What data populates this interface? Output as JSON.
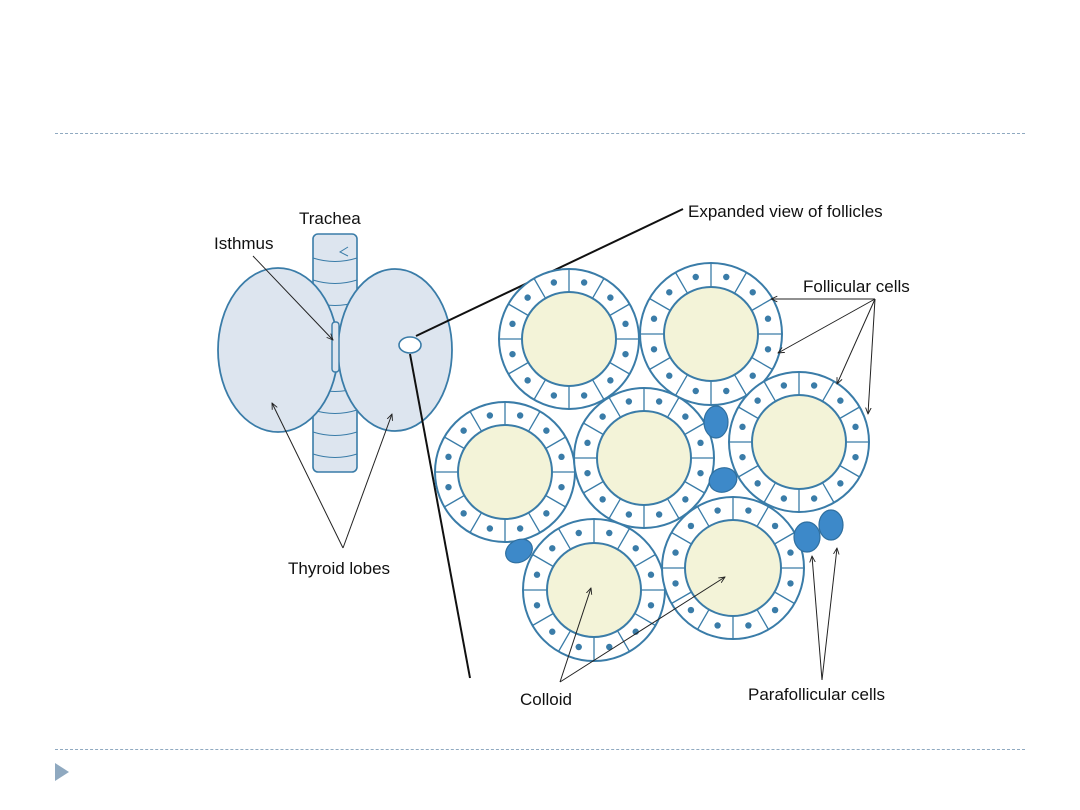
{
  "labels": {
    "trachea": "Trachea",
    "isthmus": "Isthmus",
    "thyroid_lobes": "Thyroid lobes",
    "expanded_view": "Expanded view of follicles",
    "follicular_cells": "Follicular cells",
    "colloid": "Colloid",
    "parafollicular_cells": "Parafollicular cells"
  },
  "colors": {
    "outline": "#3a7ca8",
    "lobe_fill": "#dde5ef",
    "colloid_fill": "#f3f3d8",
    "parafollicular_fill": "#3d89c9",
    "rule": "#8fa9c0"
  }
}
